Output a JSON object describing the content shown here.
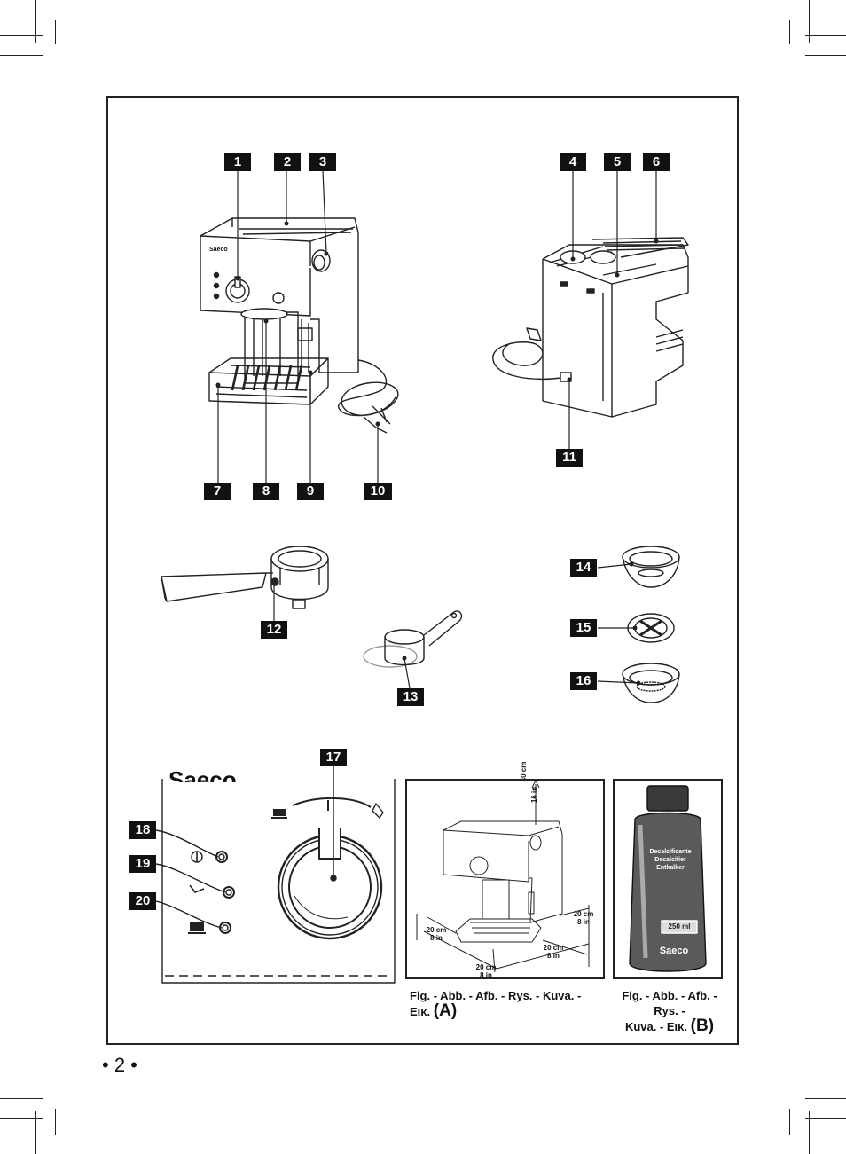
{
  "callouts": {
    "n1": "1",
    "n2": "2",
    "n3": "3",
    "n4": "4",
    "n5": "5",
    "n6": "6",
    "n7": "7",
    "n8": "8",
    "n9": "9",
    "n10": "10",
    "n11": "11",
    "n12": "12",
    "n13": "13",
    "n14": "14",
    "n15": "15",
    "n16": "16",
    "n17": "17",
    "n18": "18",
    "n19": "19",
    "n20": "20"
  },
  "machine": {
    "brand": "Saeco"
  },
  "detail17": {
    "brand": "Saeco"
  },
  "figA": {
    "dim_top": "40 cm",
    "dim_top_in": "16 in",
    "dim_left": "20 cm",
    "dim_left_in": "8 in",
    "dim_right": "20 cm",
    "dim_right_in": "8 in",
    "dim_front": "20 cm",
    "dim_front_in": "8 in",
    "dim_front2": "20 cm",
    "dim_front2_in": "8 in",
    "caption_prefix": "Fig. - Abb. - Afb. - Rys. - Kuva. - Εικ.",
    "caption_letter": "(A)"
  },
  "figB": {
    "bottle_line1": "Decalcificante",
    "bottle_line2": "Decalcifier",
    "bottle_line3": "Entkalker",
    "bottle_volume": "250 ml",
    "bottle_brand": "Saeco",
    "caption_line1": "Fig. - Abb. - Afb. - Rys. -",
    "caption_line2": "Kuva. - Εικ.",
    "caption_letter": "(B)"
  },
  "page": {
    "number": "• 2 •"
  }
}
